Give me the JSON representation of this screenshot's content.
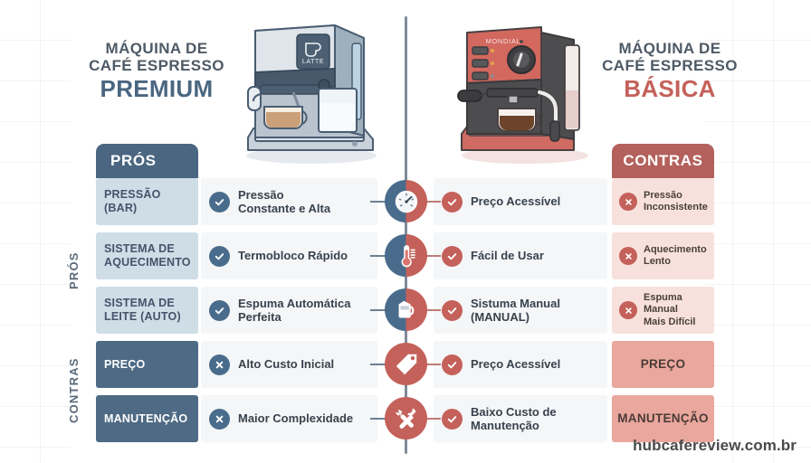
{
  "left_panel": {
    "title_line1": "MÁQUINA DE",
    "title_line2": "CAFÉ ESPRESSO",
    "title_emphasis": "PREMIUM",
    "machine_brand": "LATTE",
    "column_header": "PRÓS",
    "side_label_pros": "PRÓS",
    "side_label_contras": "CONTRAS",
    "accent_color": "#4a6680"
  },
  "right_panel": {
    "title_line1": "MÁQUINA DE",
    "title_line2": "CAFÉ ESPRESSO",
    "title_emphasis": "BÁSICA",
    "machine_brand": "MONDIAL",
    "column_header": "CONTRAS",
    "accent_color": "#c4615a"
  },
  "rows": [
    {
      "center_icon": "speedometer-icon",
      "center_icon_style": "split",
      "left_category": "PRESSÃO\n(BAR)",
      "left_category_tone": "light",
      "left_statement": "Pressão\nConstante e Alta",
      "left_badge": "check",
      "right_statement": "Preço Acessível",
      "right_badge": "check",
      "right_category": "Pressão\nInconsistente",
      "right_category_tone": "light",
      "right_category_badge": "x"
    },
    {
      "center_icon": "thermometer-icon",
      "center_icon_style": "split",
      "left_category": "SISTEMA DE\nAQUECIMENTO",
      "left_category_tone": "light",
      "left_statement": "Termobloco Rápido",
      "left_badge": "check",
      "right_statement": "Fácil de Usar",
      "right_badge": "check",
      "right_category": "Aquecimento\nLento",
      "right_category_tone": "light",
      "right_category_badge": "x"
    },
    {
      "center_icon": "milk-pitcher-icon",
      "center_icon_style": "split",
      "left_category": "SISTEMA DE\nLEITE (AUTO)",
      "left_category_tone": "light",
      "left_statement": "Espuma Automática\nPerfeita",
      "left_badge": "check",
      "right_statement": "Sistuma Manual\n(MANUAL)",
      "right_badge": "check",
      "right_category": "Espuma Manual\nMais Difícil",
      "right_category_tone": "light",
      "right_category_badge": "x"
    },
    {
      "center_icon": "price-tag-icon",
      "center_icon_style": "solid",
      "left_category": "PREÇO",
      "left_category_tone": "dark",
      "left_statement": "Alto Custo Inicial",
      "left_badge": "x",
      "right_statement": "Preço Acessível",
      "right_badge": "check",
      "right_category": "PREÇO",
      "right_category_tone": "strong",
      "right_category_badge": "none"
    },
    {
      "center_icon": "tools-icon",
      "center_icon_style": "solid",
      "left_category": "MANUTENÇÃO",
      "left_category_tone": "dark",
      "left_statement": "Maior Complexidade",
      "left_badge": "x",
      "right_statement": "Baixo Custo de\nManutenção",
      "right_badge": "check",
      "right_category": "MANUTENÇÃO",
      "right_category_tone": "strong",
      "right_category_badge": "none"
    }
  ],
  "watermark": "hubcafereview.com.br"
}
